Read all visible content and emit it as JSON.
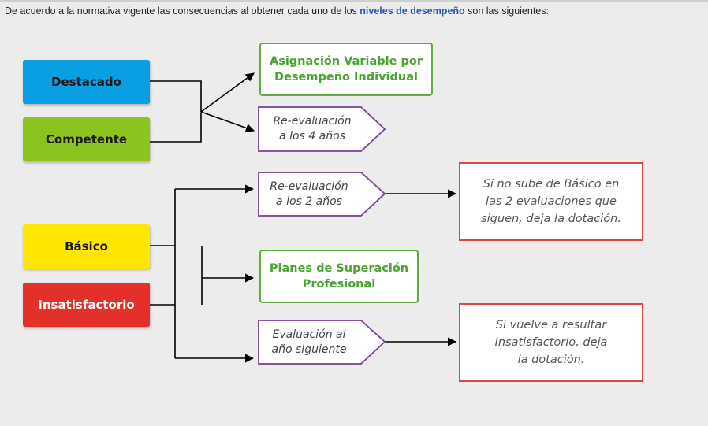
{
  "intro": {
    "text_before": "De acuerdo a la normativa vigente las consecuencias al obtener cada uno de los ",
    "highlight": "niveles de desempeño",
    "text_after": " son las siguientes:"
  },
  "levels": {
    "destacado": "Destacado",
    "competente": "Competente",
    "basico": "Básico",
    "insatisfactorio": "Insatisfactorio"
  },
  "consequences": {
    "asignacion_line1": "Asignación Variable por",
    "asignacion_line2": "Desempeño Individual",
    "reeval4_line1": "Re-evaluación",
    "reeval4_line2": "a los 4 años",
    "reeval2_line1": "Re-evaluación",
    "reeval2_line2": "a los 2 años",
    "planes_line1": "Planes de Superación",
    "planes_line2": "Profesional",
    "evalsig_line1": "Evaluación al",
    "evalsig_line2": "año siguiente"
  },
  "outcomes": {
    "basico_line1": "Si no sube de Básico en",
    "basico_line2": "las 2 evaluaciones que",
    "basico_line3": "siguen, deja la dotación.",
    "insat_line1": "Si vuelve a resultar",
    "insat_line2": "Insatisfactorio, deja",
    "insat_line3": "la dotación."
  },
  "colors": {
    "destacado": "#0a9fe3",
    "competente": "#8bc31f",
    "basico": "#ffe600",
    "insatisfactorio": "#e4302a",
    "green_border": "#5fae3c",
    "purple_border": "#7b3d97",
    "red_border": "#e04545",
    "highlight_text": "#2a55b5"
  }
}
